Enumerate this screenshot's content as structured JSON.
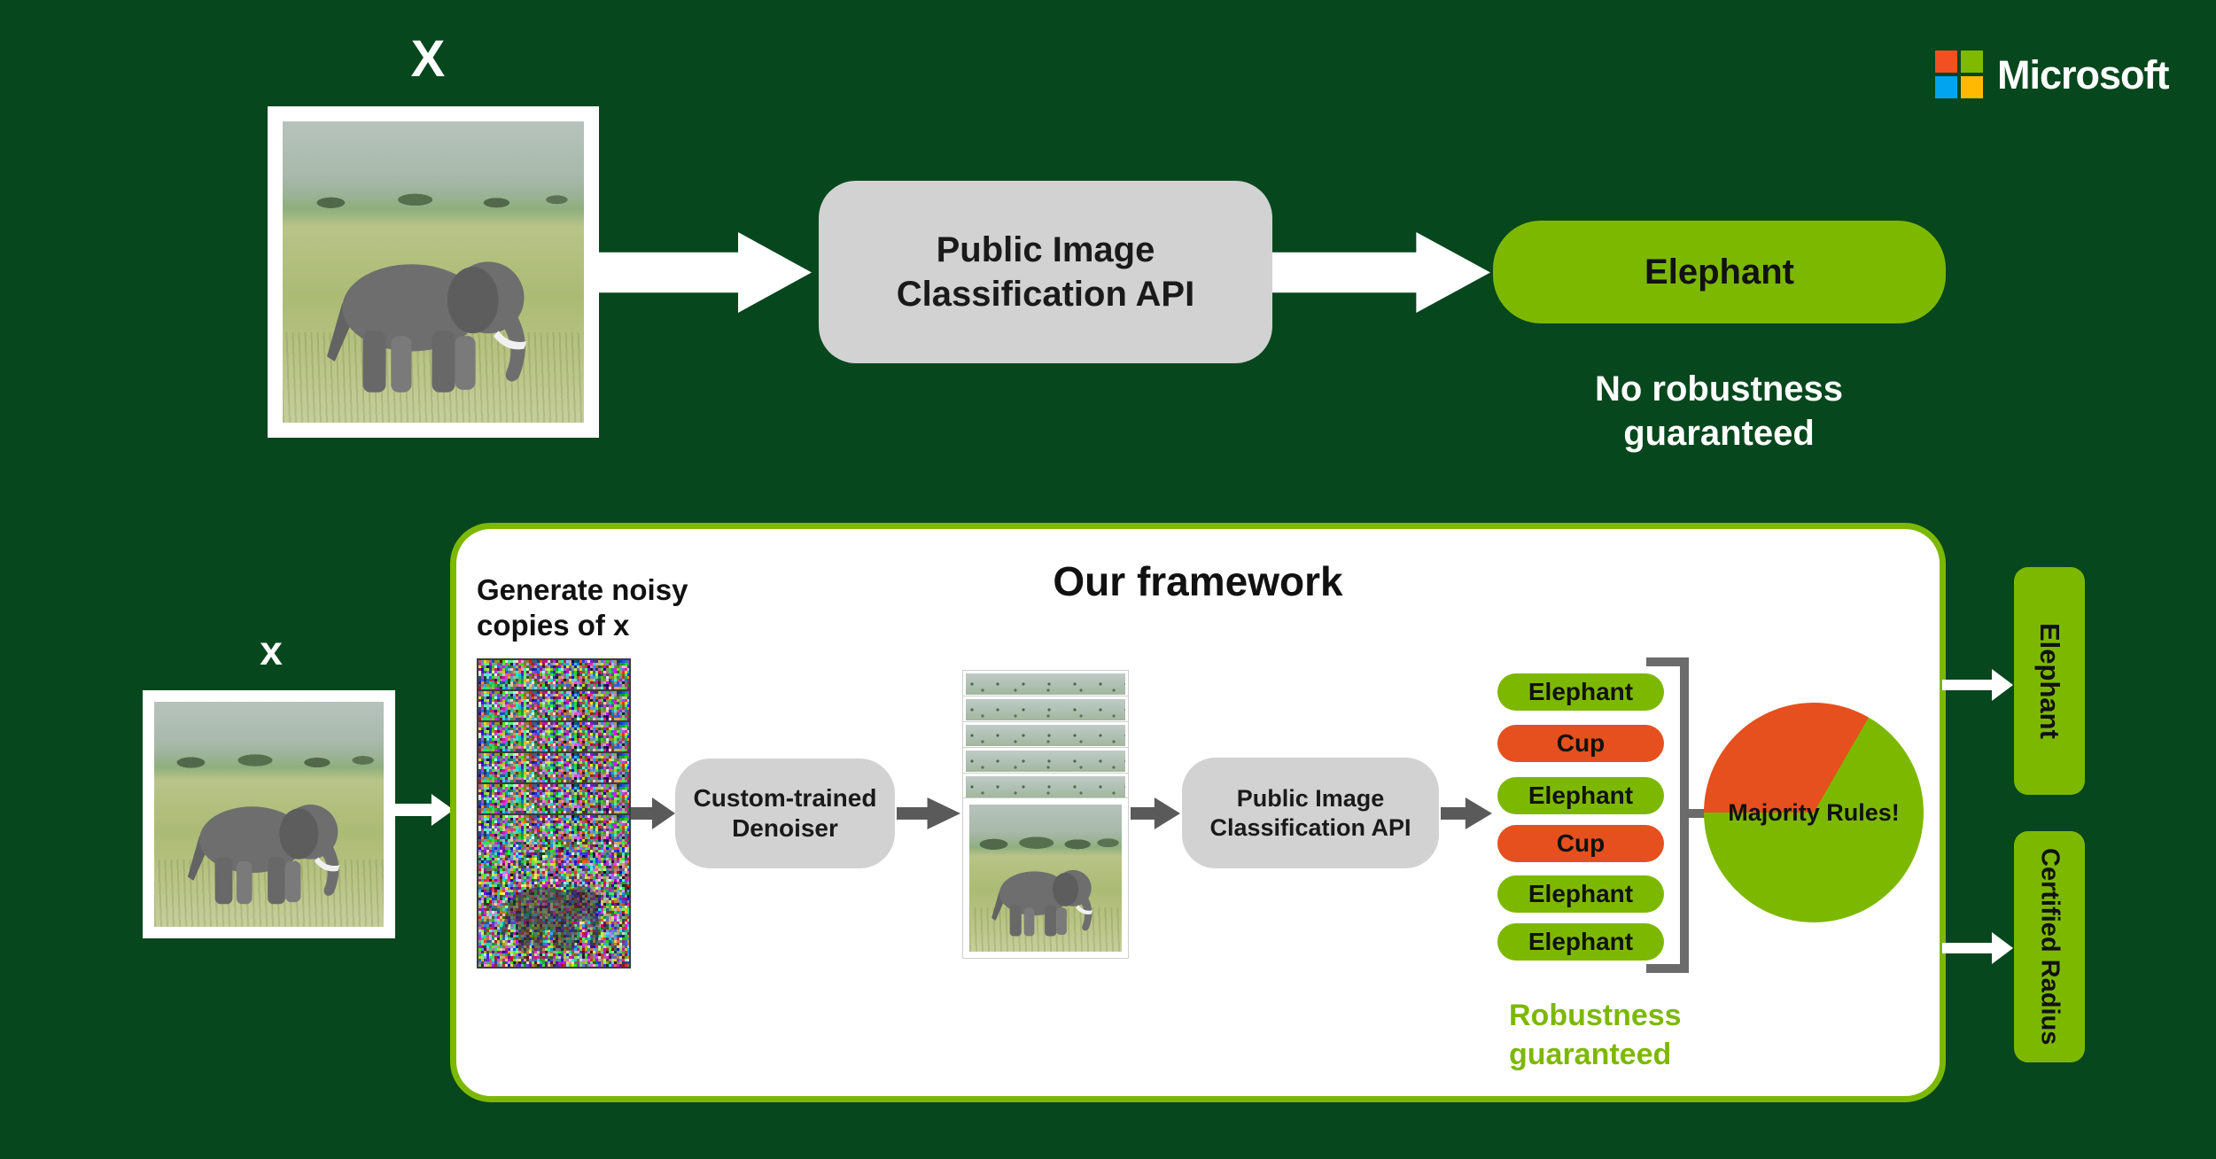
{
  "colors": {
    "background": "#07471d",
    "green": "#7db800",
    "orange": "#e5501e",
    "gray_box": "#d2d2d2",
    "dark_arrow": "#5a5a5a",
    "white": "#ffffff"
  },
  "logo": {
    "text": "Microsoft",
    "square_red": "#f25022",
    "square_green": "#7fba00",
    "square_blue": "#00a4ef",
    "square_yellow": "#ffb900"
  },
  "top_flow": {
    "input_label": "X",
    "api_box_line1": "Public Image",
    "api_box_line2": "Classification API",
    "result_label": "Elephant",
    "caption_line1": "No robustness",
    "caption_line2": "guaranteed"
  },
  "framework": {
    "title": "Our framework",
    "input_label": "x",
    "noisy_caption_line1": "Generate noisy",
    "noisy_caption_line2": "copies of x",
    "denoiser_line1": "Custom-trained",
    "denoiser_line2": "Denoiser",
    "api_box_line1": "Public Image",
    "api_box_line2": "Classification API",
    "predictions": [
      {
        "label": "Elephant",
        "color": "#7db800"
      },
      {
        "label": "Cup",
        "color": "#e5501e"
      },
      {
        "label": "Elephant",
        "color": "#7db800"
      },
      {
        "label": "Cup",
        "color": "#e5501e"
      },
      {
        "label": "Elephant",
        "color": "#7db800"
      },
      {
        "label": "Elephant",
        "color": "#7db800"
      }
    ],
    "pie": {
      "label": "Majority Rules!",
      "elephant_votes": 4,
      "cup_votes": 2,
      "total_votes": 6,
      "green": "#7db800",
      "orange": "#e5501e"
    },
    "caption_line1": "Robustness",
    "caption_line2": "guaranteed",
    "output_top": "Elephant",
    "output_bottom": "Certified Radius"
  }
}
